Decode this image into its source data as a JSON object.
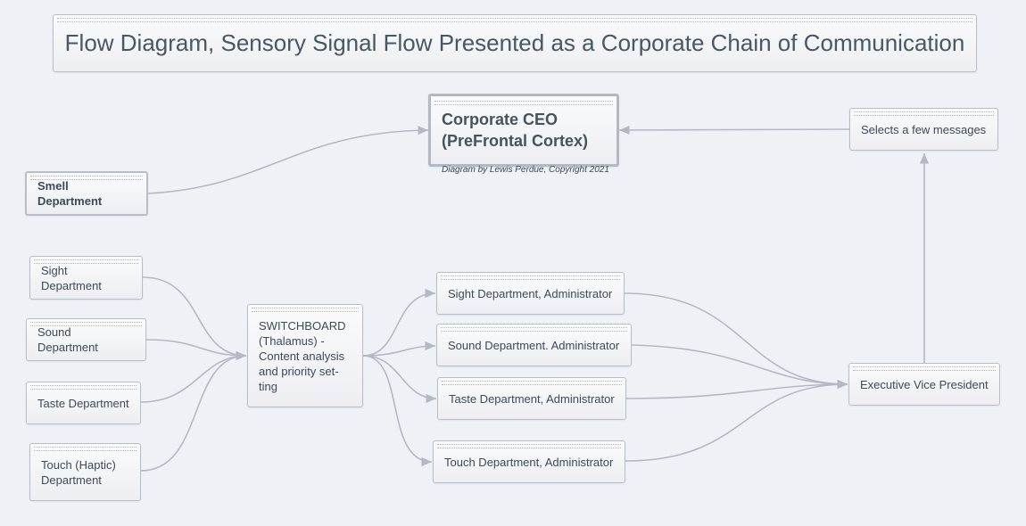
{
  "title": "Flow Diagram, Sensory Signal Flow Presented as a Corporate Chain of Communication",
  "ceo": {
    "line1": "Corporate CEO",
    "line2": "(PreFrontal Cortex)"
  },
  "credit": "Diagram by Lewis Perdue, Copyright 2021",
  "selects": "Selects a few messages",
  "smell": "Smell Department",
  "senses": {
    "sight": "Sight Department",
    "sound": "Sound Department",
    "taste": "Taste Department",
    "touch_line1": "Touch (Haptic)",
    "touch_line2": "Department"
  },
  "switchboard": [
    "SWITCHBOARD",
    "(Thalamus) -",
    "Content analysis",
    "and priority set-",
    "ting"
  ],
  "admins": {
    "sight": "Sight Department, Administrator",
    "sound": "Sound Department. Administrator",
    "taste": "Taste Department, Administrator",
    "touch": "Touch Department, Administrator"
  },
  "evp": "Executive Vice President"
}
